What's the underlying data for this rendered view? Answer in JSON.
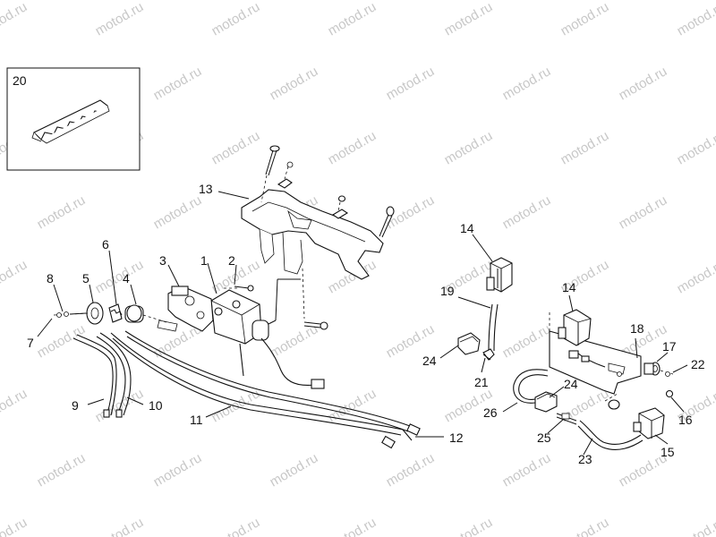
{
  "watermark": "motod.ru",
  "inset": {
    "label": "20"
  },
  "callouts": {
    "c1": "1",
    "c2": "2",
    "c3": "3",
    "c4": "4",
    "c5": "5",
    "c6": "6",
    "c7": "7",
    "c8": "8",
    "c9": "9",
    "c10": "10",
    "c11": "11",
    "c12": "12",
    "c13": "13",
    "c14a": "14",
    "c14b": "14",
    "c15": "15",
    "c16": "16",
    "c17": "17",
    "c18": "18",
    "c19": "19",
    "c21": "21",
    "c22": "22",
    "c23": "23",
    "c24a": "24",
    "c24b": "24",
    "c25": "25",
    "c26": "26"
  }
}
